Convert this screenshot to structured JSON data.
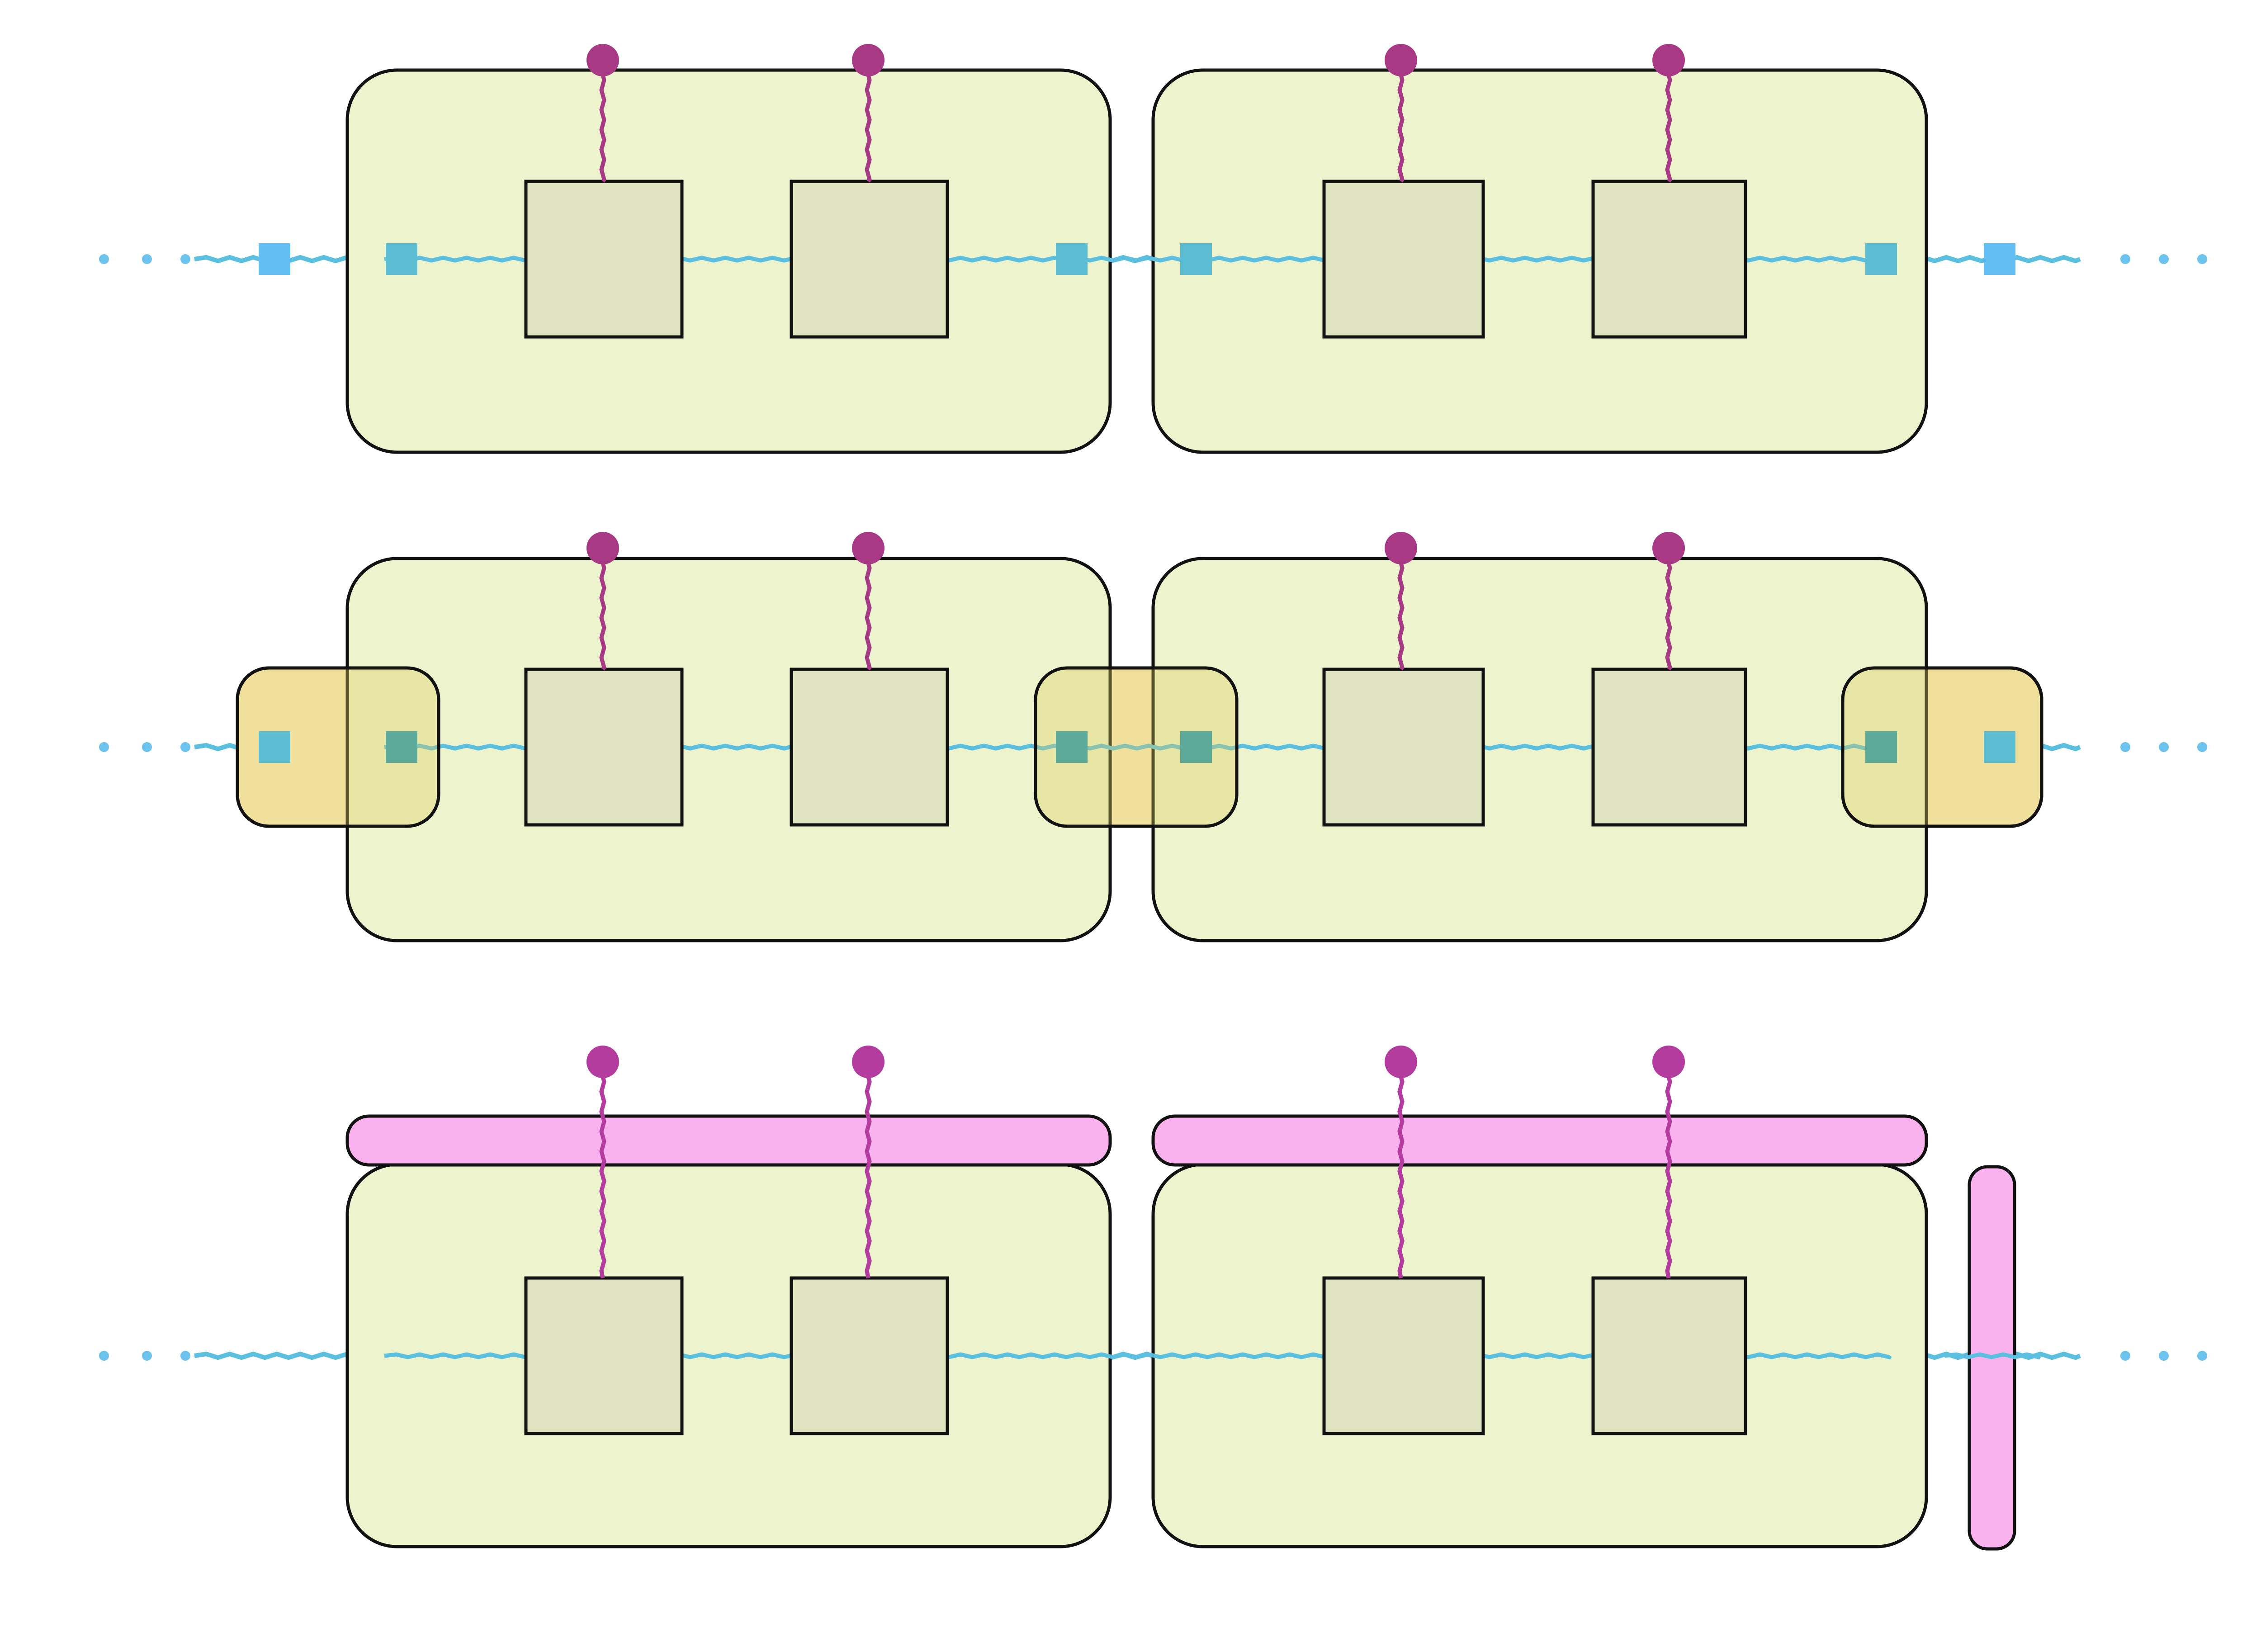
{
  "colors": {
    "background": "#ffffff",
    "block_fill": "#edf3cd",
    "tensor_fill": "#dfe3c0",
    "outline": "#111111",
    "bond_line": "#5bbfe0",
    "bond_line_light": "#6cc3ee",
    "connector_square": "#5bbcd2",
    "connector_square_outer": "#62bdf2",
    "physical_leg": "#a83a85",
    "physical_leg_light": "#b43c9f",
    "overlap_fill": "#fbeac0",
    "overlap_square": "#5daa9a",
    "projector_fill": "#f9b2ee"
  },
  "rows": [
    {
      "name": "row-1",
      "variant": "separate-blocks"
    },
    {
      "name": "row-2",
      "variant": "overlapping-boundary-regions"
    },
    {
      "name": "row-3",
      "variant": "projector-bars"
    }
  ],
  "blocks_per_row": 2,
  "tensors_per_block": 2,
  "row_ellipsis_marks": 2
}
